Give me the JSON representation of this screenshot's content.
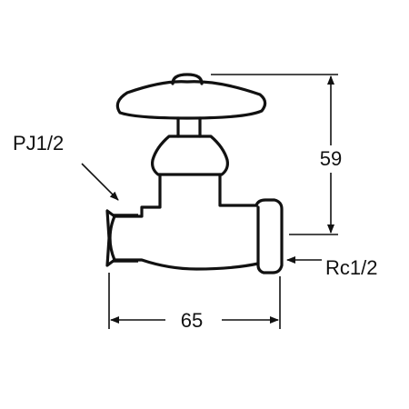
{
  "labels": {
    "thread_inlet": "PJ1/2",
    "thread_outlet": "Rc1/2",
    "height_dim": "59",
    "width_dim": "65"
  },
  "colors": {
    "line": "#111111",
    "background": "#ffffff"
  }
}
